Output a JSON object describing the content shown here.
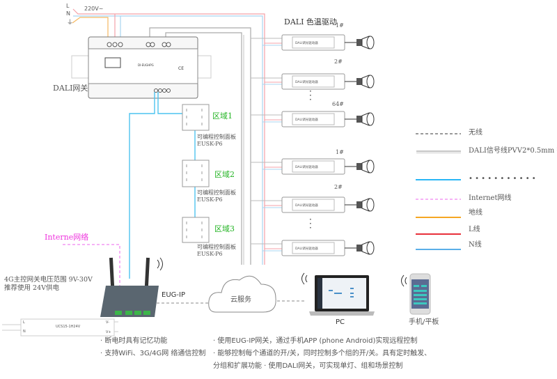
{
  "power": {
    "l": "L",
    "n": "N",
    "voltage": "220V~"
  },
  "gateway": {
    "label": "DALI网关"
  },
  "drivers": {
    "title": "DALI 色温驱动",
    "group1": [
      "1#",
      "2#",
      "64#"
    ],
    "group2": [
      "1#",
      "2#"
    ],
    "driver_text": "DALI调光驱动器"
  },
  "panels": [
    {
      "zone": "区域1",
      "name": "可编程控制面板",
      "model": "EUSK-P6"
    },
    {
      "zone": "区域2",
      "name": "可编程控制面板",
      "model": "EUSK-P6"
    },
    {
      "zone": "区域3",
      "name": "可编程控制面板",
      "model": "EUSK-P6"
    }
  ],
  "legend": [
    {
      "label": "无线",
      "color": "#333333",
      "style": "dash"
    },
    {
      "label": "DALI信号线PVV2*0.5mm ²",
      "color": "#888888",
      "style": "double"
    },
    {
      "label": "• • • • • • • • • • •",
      "color": "#29b6f6",
      "style": "solid"
    },
    {
      "label": "Internet网线",
      "color": "#ee66ee",
      "style": "dash"
    },
    {
      "label": "地线",
      "color": "#f5a623",
      "style": "solid"
    },
    {
      "label": "L线",
      "color": "#e8303a",
      "style": "solid"
    },
    {
      "label": "N线",
      "color": "#5aaee8",
      "style": "solid"
    }
  ],
  "internet_label": "Interne网络",
  "router": {
    "desc1": "4G主控网关电压范围 9V-30V",
    "desc2": "推荐使用 24V供电",
    "label": "EUG-IP"
  },
  "psu": {
    "model": "UCS15-1H24V",
    "in_l": "L",
    "in_n": "N",
    "out_neg": "V-",
    "out_pos": "V+"
  },
  "cloud": "云服务",
  "pc": "PC",
  "phone": "手机/平板",
  "features_left": [
    "· 断电时具有记忆功能",
    "· 支持WiFi、3G/4G网 络通信控制"
  ],
  "features_right": [
    "· 使用EUG-IP网关，通过手机APP (phone Android)实现远程控制",
    "· 能够控制每个通道的开/关，同时控制多个组的开/关。具有定时触发、",
    "分组和扩展功能 · 使用DALI网关，可实现单灯、组和场景控制"
  ]
}
